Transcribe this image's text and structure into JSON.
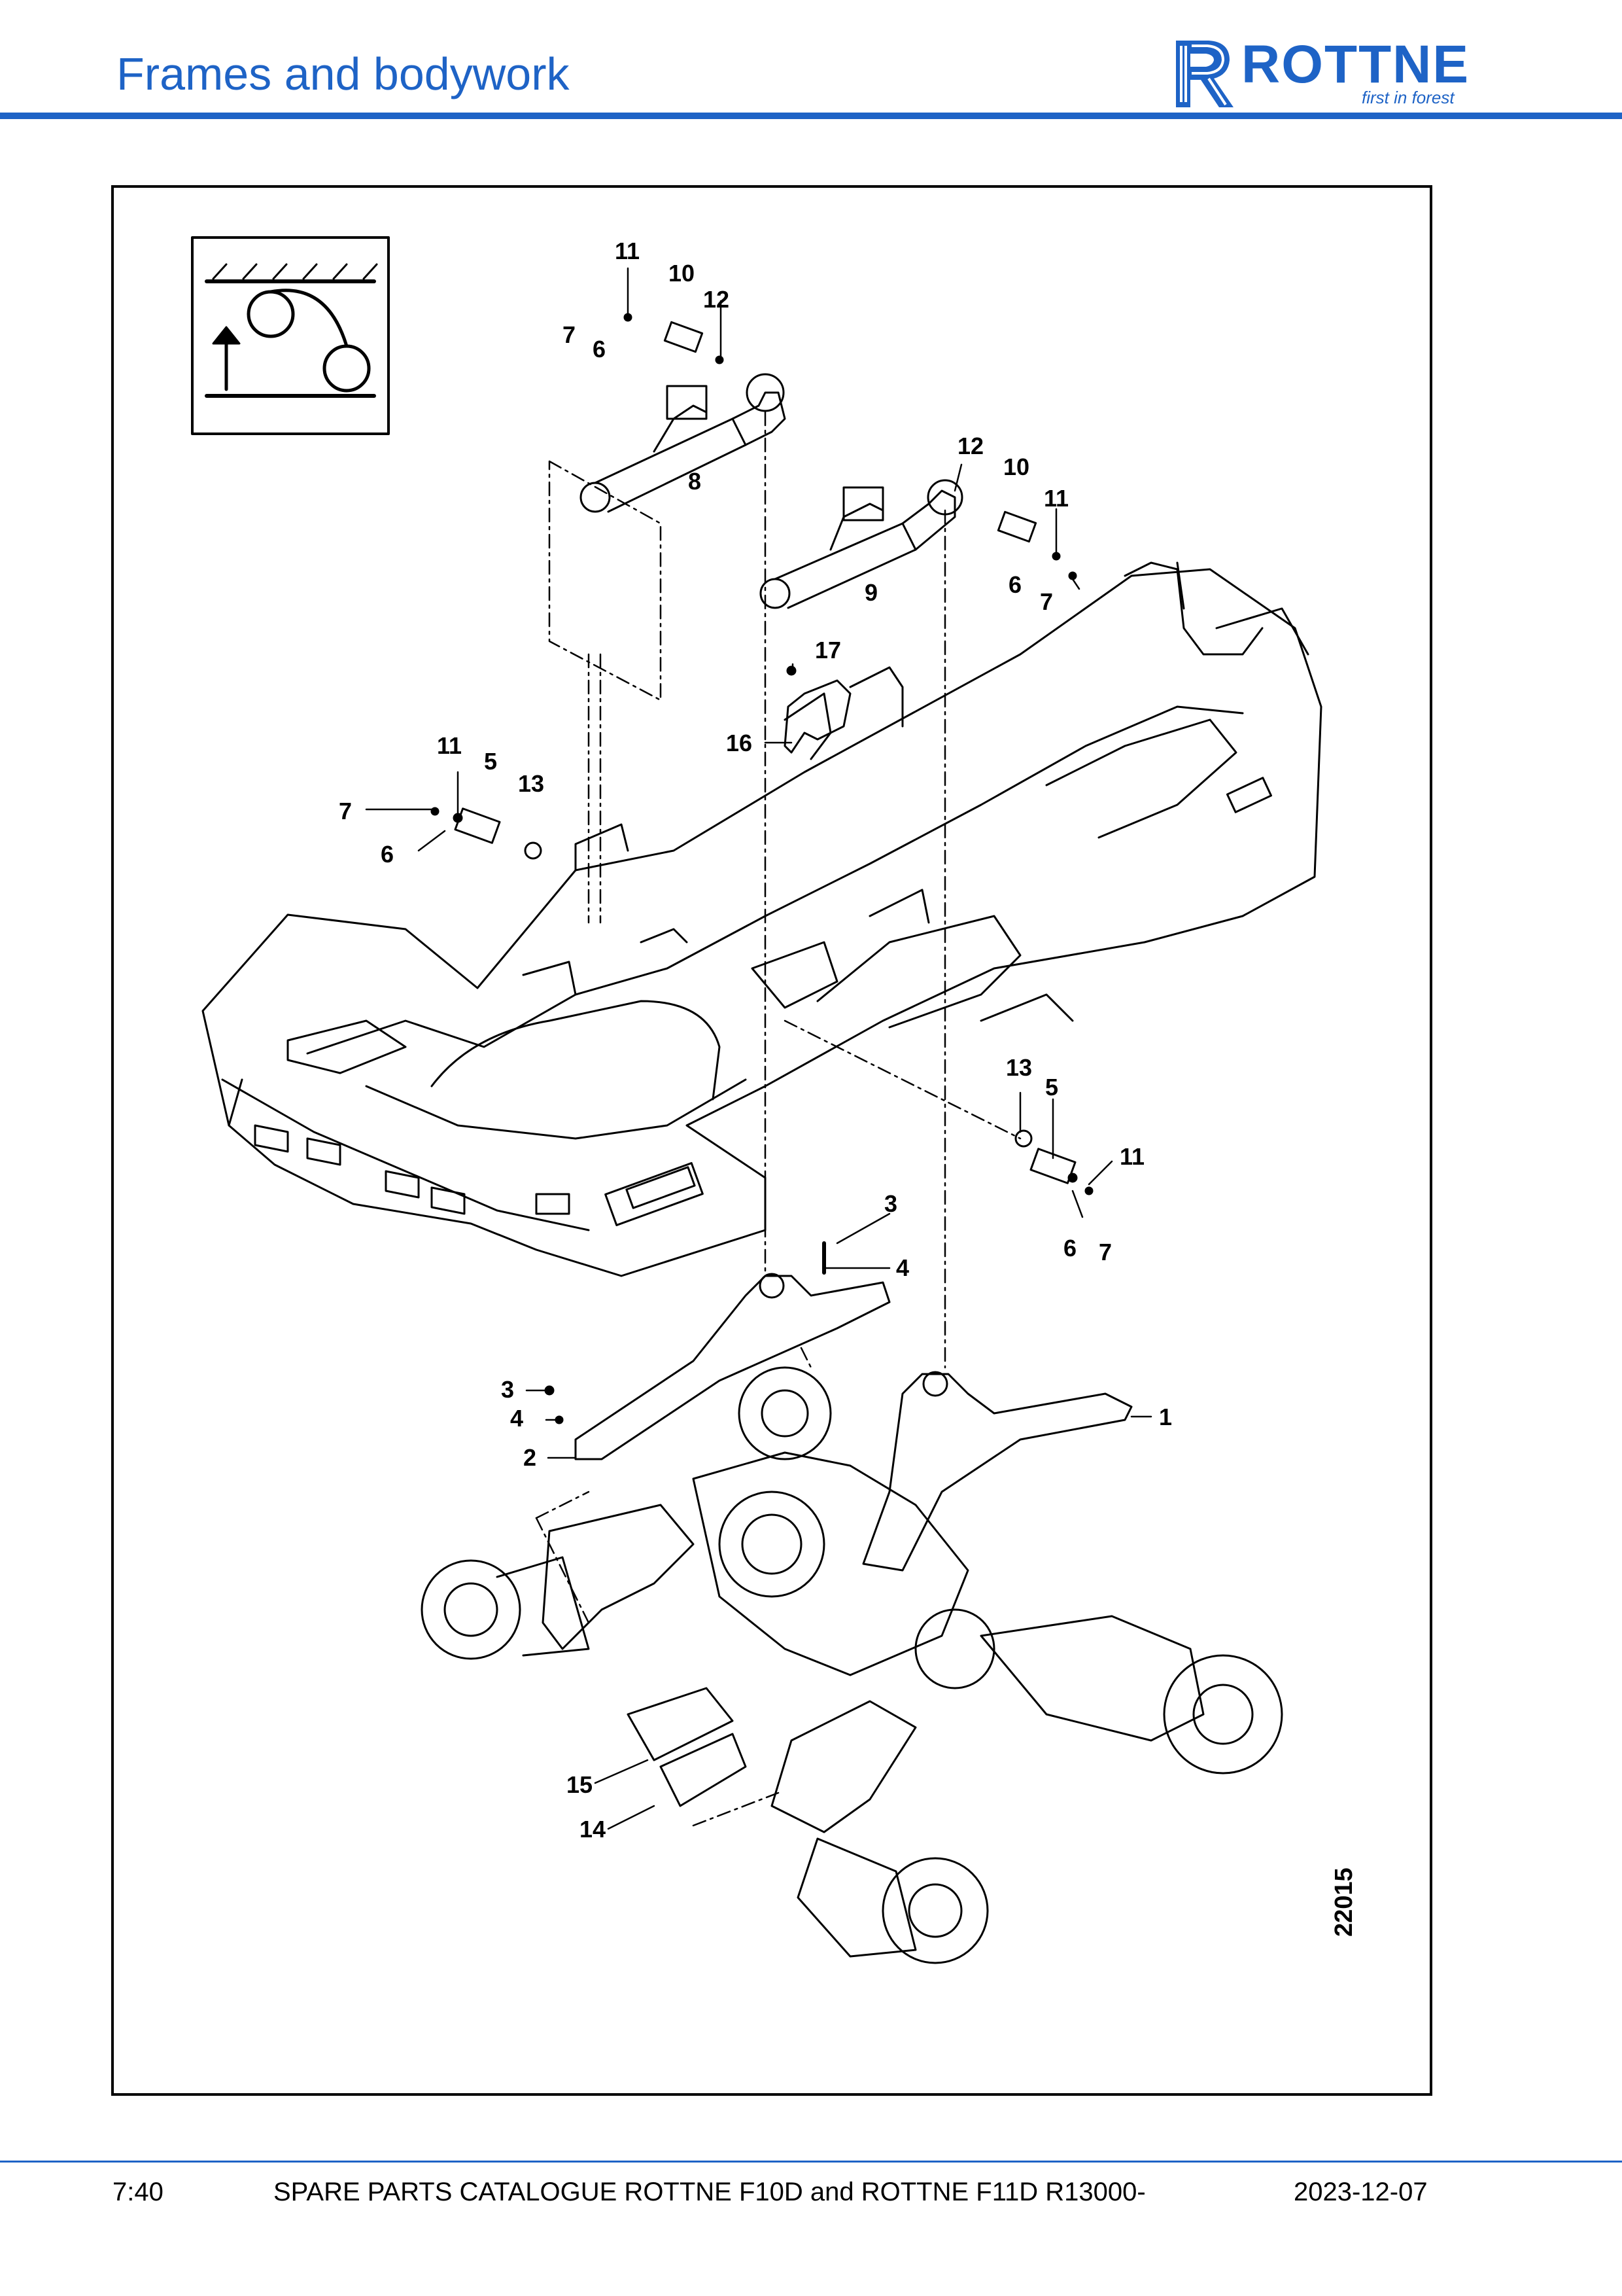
{
  "header": {
    "title": "Frames and bodywork",
    "brand": "ROTTNE",
    "slogan": "first in forest"
  },
  "figure": {
    "icon": "lift-arm-symbol-icon",
    "figure_number": "22015",
    "callouts": {
      "c11a": "11",
      "c10a": "10",
      "c12a": "12",
      "c7a": "7",
      "c6a": "6",
      "c8": "8",
      "c12b": "12",
      "c10b": "10",
      "c11b": "11",
      "c6b": "6",
      "c7b": "7",
      "c9": "9",
      "c17": "17",
      "c16": "16",
      "c11c": "11",
      "c5a": "5",
      "c13a": "13",
      "c7c": "7",
      "c6c": "6",
      "c13b": "13",
      "c5b": "5",
      "c11d": "11",
      "c6d": "6",
      "c7d": "7",
      "c3a": "3",
      "c4a": "4",
      "c1": "1",
      "c3b": "3",
      "c4b": "4",
      "c2": "2",
      "c15": "15",
      "c14": "14"
    }
  },
  "footer": {
    "page": "7:40",
    "catalogue": "SPARE PARTS CATALOGUE ROTTNE F10D and ROTTNE F11D R13000-",
    "date": "2023-12-07"
  },
  "colors": {
    "brand_blue": "#1e63c6"
  }
}
